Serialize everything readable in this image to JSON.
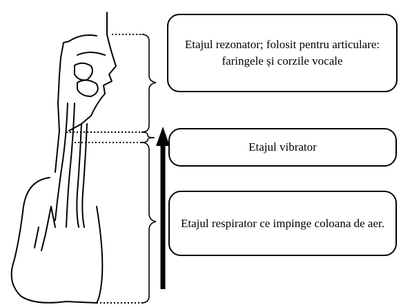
{
  "labels": {
    "rezonator": "Etajul rezonator; folosit pentru articulare: faringele și corzile vocale",
    "vibrator": "Etajul vibrator",
    "respirator": "Etajul respirator ce impinge coloana de aer."
  },
  "colors": {
    "stroke": "#000000",
    "background": "#ffffff"
  }
}
